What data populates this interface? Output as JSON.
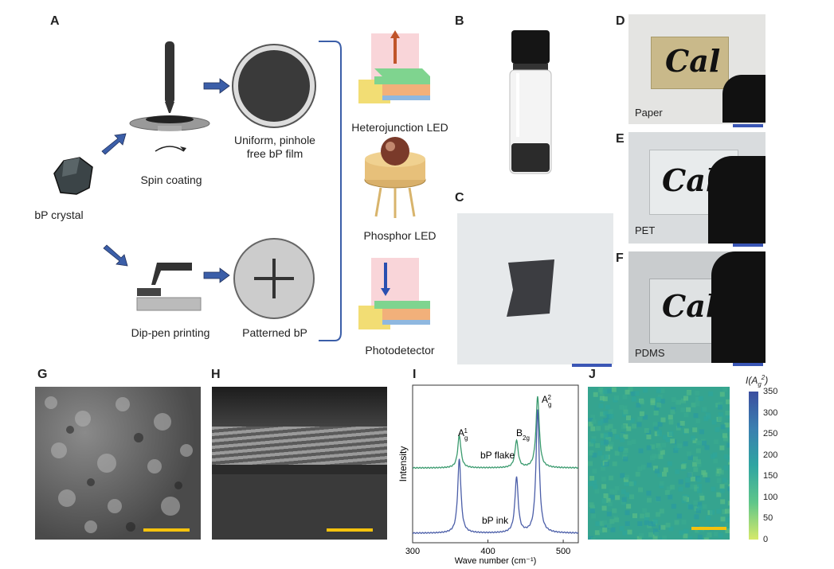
{
  "panels": {
    "a": "A",
    "b": "B",
    "c": "C",
    "d": "D",
    "e": "E",
    "f": "F",
    "g": "G",
    "h": "H",
    "i": "I",
    "j": "J"
  },
  "schematic": {
    "crystal": "bP crystal",
    "spin": "Spin coating",
    "film_line1": "Uniform, pinhole",
    "film_line2": "free bP film",
    "dip": "Dip-pen printing",
    "patterned": "Patterned bP",
    "led1": "Heterojunction LED",
    "led2": "Phosphor LED",
    "detector": "Photodetector"
  },
  "photos": {
    "paper": "Paper",
    "pet": "PET",
    "pdms": "PDMS",
    "logo": "Cal"
  },
  "colors": {
    "arrow": "#3b5ea8",
    "scalebar_blue": "#3a56b5",
    "scalebar_yellow": "#f4c20d",
    "flake": "#3a9a6e",
    "ink": "#4b5ea8"
  },
  "chart_data": {
    "type": "line",
    "xlabel": "Wave number (cm⁻¹)",
    "ylabel": "Intensity",
    "xlim": [
      300,
      520
    ],
    "x_ticks": [
      300,
      400,
      500
    ],
    "series": [
      {
        "name": "bP flake",
        "peaks": [
          [
            362,
            0.45
          ],
          [
            438,
            0.38
          ],
          [
            466,
            1.0
          ]
        ]
      },
      {
        "name": "bP ink",
        "peaks": [
          [
            362,
            0.6
          ],
          [
            438,
            0.45
          ],
          [
            466,
            1.0
          ]
        ]
      }
    ],
    "peak_labels": [
      "A",
      "B",
      "A"
    ],
    "peak_subs": [
      "g",
      "2g",
      "g"
    ],
    "peak_sups": [
      "1",
      "",
      "2"
    ]
  },
  "colorbar": {
    "title_main": "I(A",
    "title_sub": "g",
    "title_sup": "2",
    "title_end": ")",
    "ticks": [
      "350",
      "300",
      "250",
      "200",
      "150",
      "100",
      "50",
      "0"
    ]
  }
}
